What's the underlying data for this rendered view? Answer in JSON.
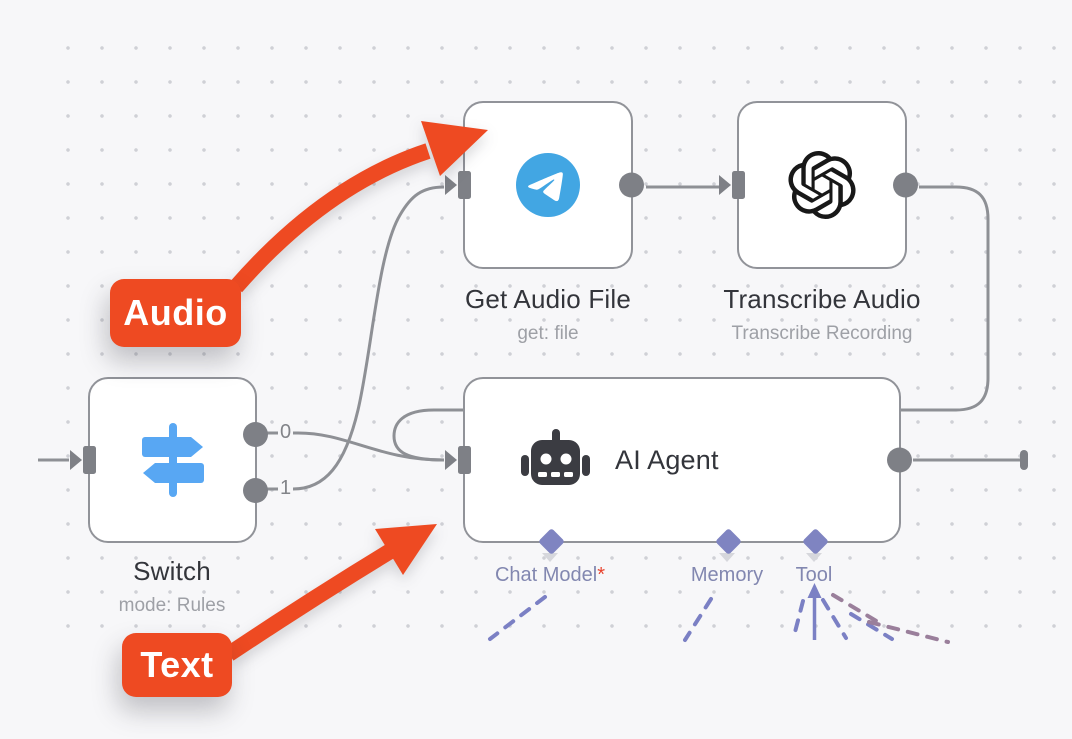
{
  "theme": {
    "bg": "#f7f7f9",
    "dot": "#cfd0d6",
    "wire": "#8e9095",
    "connector": "#7e8086",
    "node_border": "#919399",
    "node_bg": "#ffffff",
    "title": "#33353b",
    "subtitle": "#9ea0a6",
    "out_label": "#828489",
    "diamond": "#7f84c1",
    "sub_label": "#8287b0",
    "dash_blue": "#7b80c4",
    "dash_mauve": "#9a7f9b",
    "required": "#e8432e",
    "accent": "#ee4a22",
    "telegram": "#42a6e3",
    "openai": "#181818",
    "robot": "#3b3c42",
    "signpost": "#58a7f3"
  },
  "nodes": {
    "switch": {
      "title": "Switch",
      "subtitle": "mode: Rules",
      "icon": "signpost-icon",
      "outputs": [
        {
          "label": "0"
        },
        {
          "label": "1"
        }
      ]
    },
    "get_audio_file": {
      "title": "Get Audio File",
      "subtitle": "get: file",
      "icon": "telegram-icon"
    },
    "transcribe_audio": {
      "title": "Transcribe Audio",
      "subtitle": "Transcribe Recording",
      "icon": "openai-icon"
    },
    "ai_agent": {
      "title": "AI Agent",
      "icon": "robot-icon",
      "sub_connectors": [
        {
          "label": "Chat Model",
          "required_marker": "*"
        },
        {
          "label": "Memory",
          "required_marker": ""
        },
        {
          "label": "Tool",
          "required_marker": ""
        }
      ]
    }
  },
  "annotations": {
    "audio": {
      "label": "Audio"
    },
    "text": {
      "label": "Text"
    }
  }
}
